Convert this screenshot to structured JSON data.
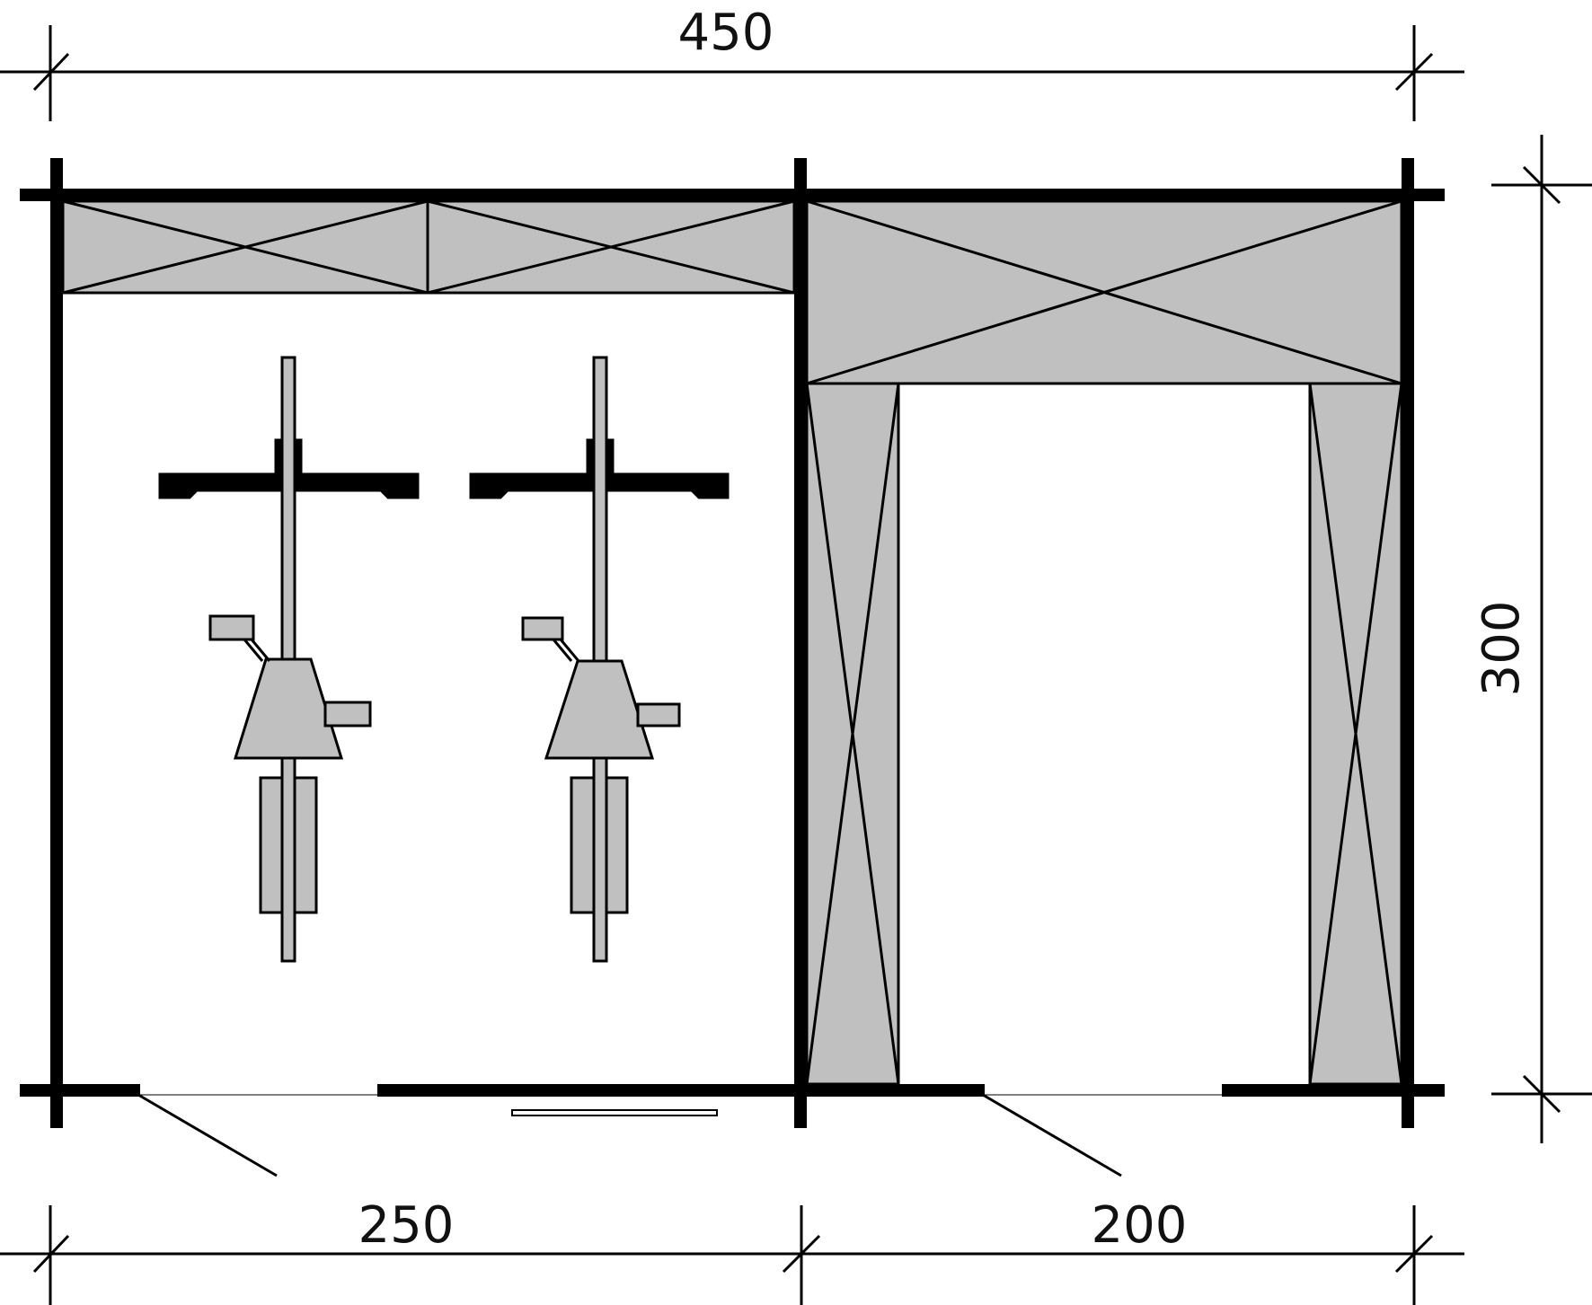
{
  "dimensions": {
    "top_total": "450",
    "right_depth": "300",
    "bottom_left": "250",
    "bottom_right": "200"
  },
  "colors": {
    "line": "#000000",
    "fill": "#c0c0c0",
    "background": "#ffffff"
  }
}
